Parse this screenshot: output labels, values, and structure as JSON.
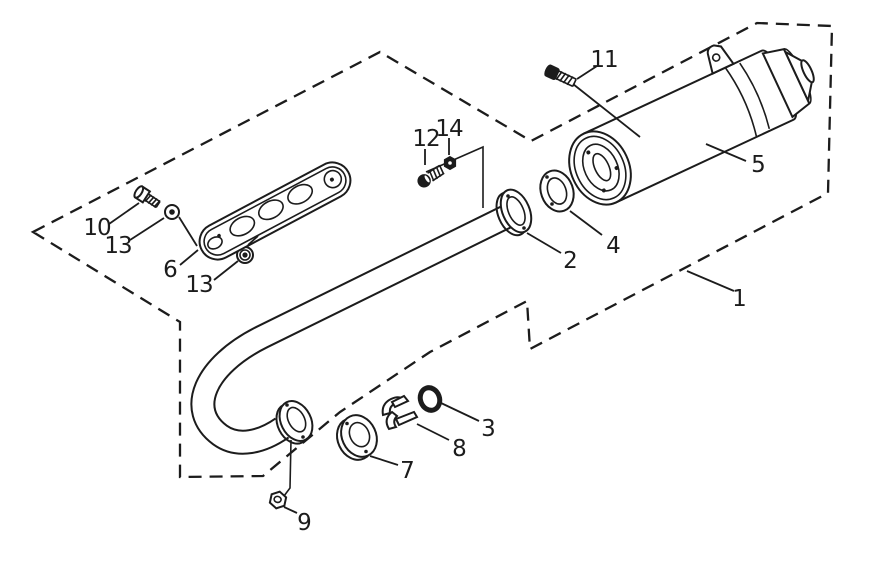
{
  "figure": {
    "background": "#ffffff",
    "ink_color": "#1c1c1c",
    "style": "exploded-parts-line-drawing"
  },
  "callouts": [
    {
      "part": "assembly-boundary",
      "label": "1"
    },
    {
      "part": "exhaust-pipe-flange",
      "label": "2"
    },
    {
      "part": "o-ring",
      "label": "3"
    },
    {
      "part": "muffler-gasket",
      "label": "4"
    },
    {
      "part": "muffler-body",
      "label": "5"
    },
    {
      "part": "heat-shield-plate",
      "label": "6"
    },
    {
      "part": "outlet-ring",
      "label": "7"
    },
    {
      "part": "clamp-halves",
      "label": "8"
    },
    {
      "part": "flange-nut",
      "label": "9"
    },
    {
      "part": "shield-bolt",
      "label": "10"
    },
    {
      "part": "muffler-mount-bolt",
      "label": "11"
    },
    {
      "part": "stud-screw",
      "label": "12"
    },
    {
      "part": "washer-upper",
      "label": "13"
    },
    {
      "part": "washer-lower",
      "label": "13"
    },
    {
      "part": "small-hex-nut",
      "label": "14"
    }
  ]
}
